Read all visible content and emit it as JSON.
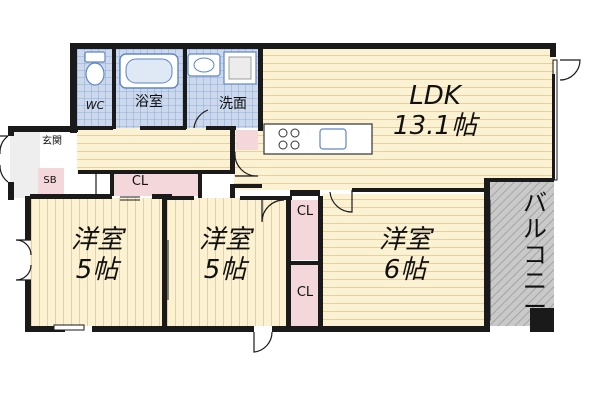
{
  "rooms": {
    "ldk": {
      "name": "LDK",
      "size": "13.1帖"
    },
    "yo1": {
      "name": "洋室",
      "size": "5帖"
    },
    "yo2": {
      "name": "洋室",
      "size": "5帖"
    },
    "yo3": {
      "name": "洋室",
      "size": "6帖"
    },
    "bath": {
      "name": "浴室"
    },
    "wash": {
      "name": "洗面"
    },
    "wc": {
      "name": "WC"
    },
    "entry": {
      "name": "玄関"
    },
    "sb": {
      "name": "SB"
    },
    "cl1": {
      "name": "CL"
    },
    "cl2": {
      "name": "CL"
    },
    "cl3": {
      "name": "CL"
    }
  },
  "balcony": {
    "chars": [
      "バ",
      "ル",
      "コ",
      "ニ",
      "ー"
    ]
  },
  "colors": {
    "wall": "#1a1a1a",
    "floor_wood": "#fbf1d3",
    "floor_line": "#e6cfa0",
    "tile": "#ccd9ec",
    "tile_line": "#5f86c7",
    "closet": "#f3d7db",
    "balcony": "#c9c9c9"
  }
}
